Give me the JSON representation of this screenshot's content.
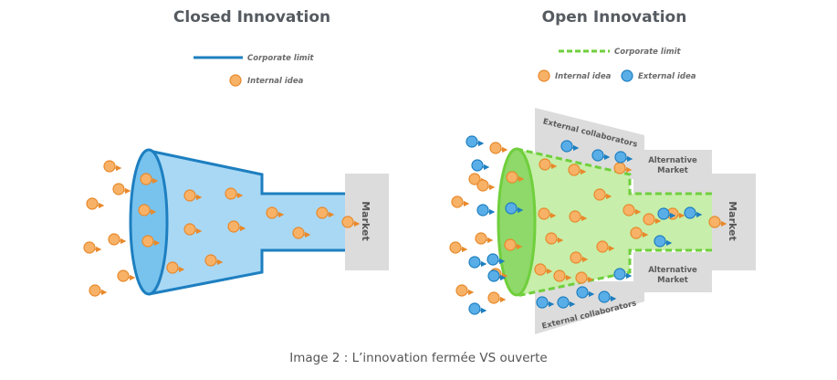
{
  "closed": {
    "title": "Closed Innovation",
    "legend_corporate": "Corporate limit",
    "legend_internal": "Internal idea",
    "market": "Market"
  },
  "open": {
    "title": "Open Innovation",
    "legend_corporate": "Corporate limit",
    "legend_internal": "Internal idea",
    "legend_external": "External idea",
    "external_top": "External collaborators",
    "external_bottom": "External collaborators",
    "alt_market_top": [
      "Alternative",
      "Market"
    ],
    "alt_market_bottom": [
      "Alternative",
      "Market"
    ],
    "market": "Market"
  },
  "caption": "Image 2 : L’innovation fermée VS ouverte",
  "colors": {
    "internal_idea": "#f7b267",
    "external_idea": "#5aaee8",
    "closed_funnel": "#a9d8f5",
    "closed_limit": "#1d7fc0",
    "open_funnel": "#c7eeaa",
    "open_limit": "#6fcf3c",
    "gray_box": "#dcdcdc"
  }
}
